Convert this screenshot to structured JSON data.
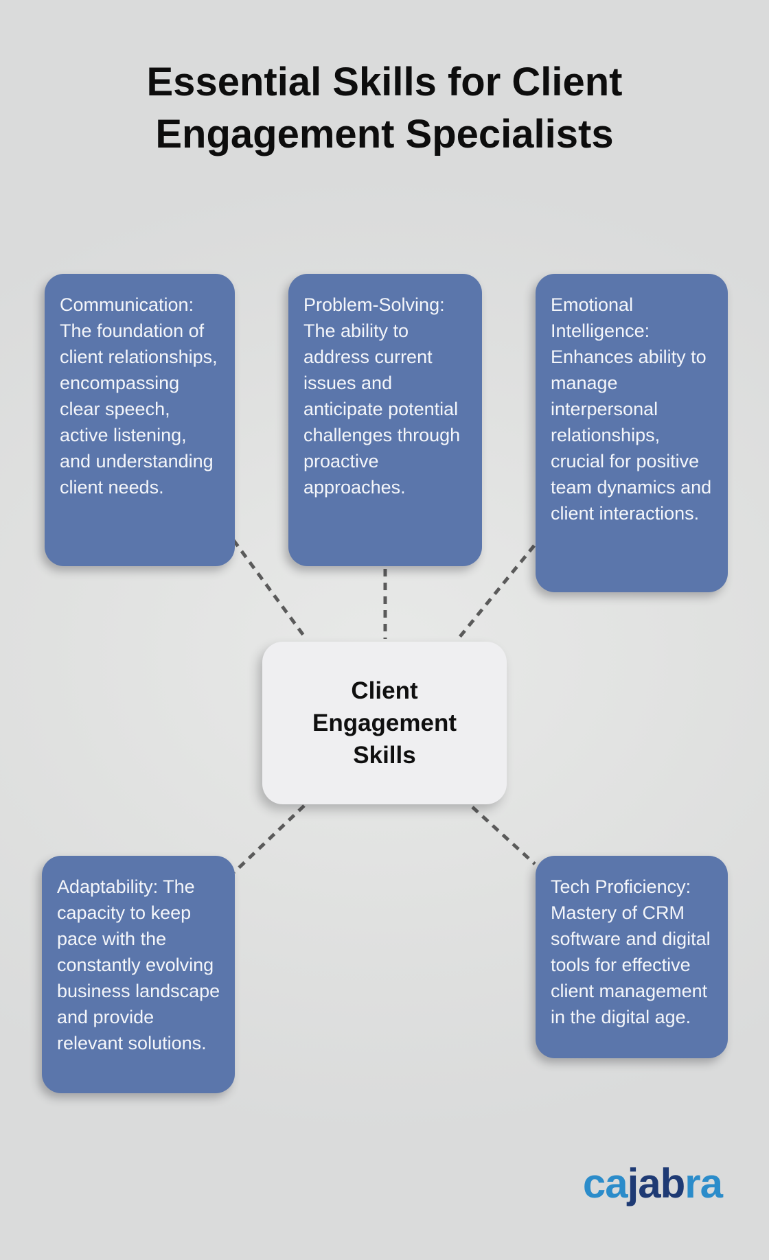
{
  "title": {
    "line1": "Essential Skills for Client",
    "line2": "Engagement Specialists"
  },
  "center_node": {
    "label": "Client Engagement Skills"
  },
  "skill_nodes": [
    {
      "name": "communication",
      "text": "Communication: The foundation of client relationships, encompassing clear speech, active listening, and understanding client needs."
    },
    {
      "name": "problem-solving",
      "text": "Problem-Solving: The ability to address current issues and anticipate potential challenges through proactive approaches."
    },
    {
      "name": "emotional-intelligence",
      "text": "Emotional Intelligence: Enhances ability to manage interpersonal relationships, crucial for positive team dynamics and client interactions."
    },
    {
      "name": "adaptability",
      "text": "Adaptability: The capacity to keep pace with the constantly evolving business landscape and provide relevant solutions."
    },
    {
      "name": "tech-proficiency",
      "text": "Tech Proficiency: Mastery of CRM software and digital tools for effective client management in the digital age."
    }
  ],
  "logo": {
    "word": "cajabra",
    "segments": [
      {
        "text": "ca",
        "color": "#2b8cca"
      },
      {
        "text": "jab",
        "color": "#1e3a74"
      },
      {
        "text": "ra",
        "color": "#2b8cca"
      }
    ]
  },
  "colors": {
    "background": "#e0e1e0",
    "node_fill": "#5b76ab",
    "node_text": "#f4f6fa",
    "center_fill": "#efeff1",
    "connector": "#5a5a5a",
    "title_text": "#0d0d0d",
    "logo_light_blue": "#2b8cca",
    "logo_dark_blue": "#1e3a74"
  }
}
